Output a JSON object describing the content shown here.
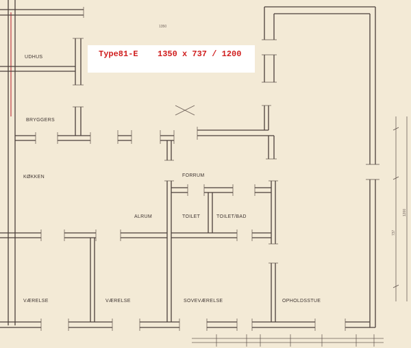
{
  "header": {
    "type_name": "Type81-E",
    "dimensions": "1350 x 737 / 1200"
  },
  "dimension_labels": {
    "top_width": "1350",
    "right_upper": "1200",
    "right_lower": "737"
  },
  "rooms": {
    "udhus": "UDHUS",
    "bryggers": "BRYGGERS",
    "kokken": "KØKKEN",
    "forrum": "FORRUM",
    "alrum": "ALRUM",
    "toilet": "TOILET",
    "toilet_bad": "TOILET/BAD",
    "vaerelse_1": "VÆRELSE",
    "vaerelse_2": "VÆRELSE",
    "sovevaerelse": "SOVEVÆRELSE",
    "opholdsstue": "OPHOLDSSTUE"
  },
  "colors": {
    "paper": "#f3ead6",
    "walls": "#4a3f3a",
    "red_text": "#d01e1e",
    "accent_line": "#c8555a"
  }
}
